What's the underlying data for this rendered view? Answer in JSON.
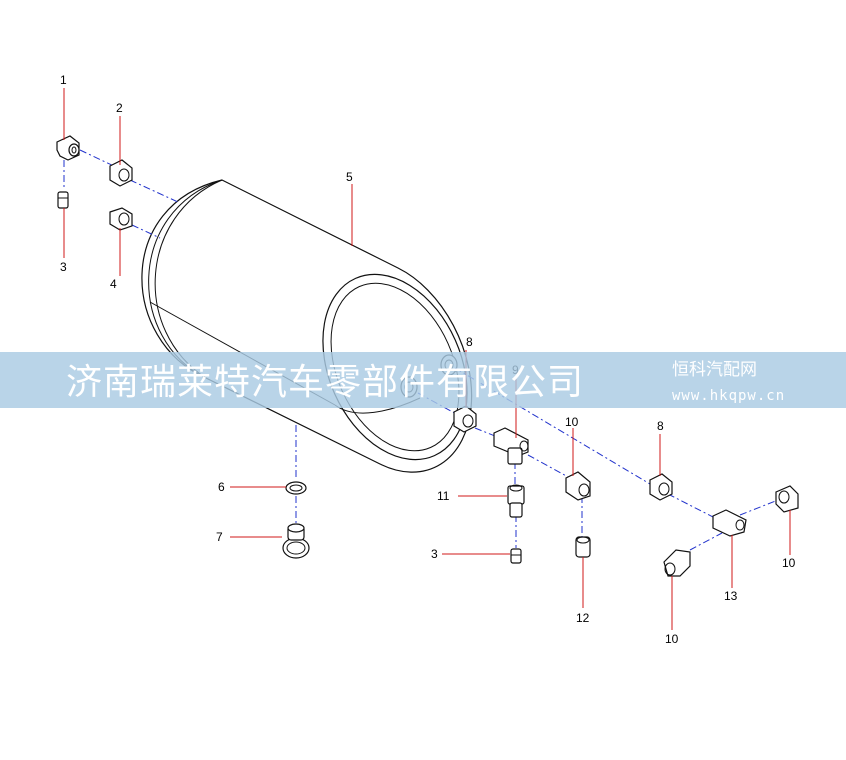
{
  "callouts": {
    "c1": "1",
    "c2": "2",
    "c3a": "3",
    "c4": "4",
    "c5": "5",
    "c6": "6",
    "c7": "7",
    "c8a": "8",
    "c9": "9",
    "c10a": "10",
    "c11": "11",
    "c3b": "3",
    "c12": "12",
    "c8b": "8",
    "c10b": "10",
    "c10c": "10",
    "c13": "13"
  },
  "watermark": {
    "company": "济南瑞莱特汽车零部件有限公司",
    "brand": "恒科汽配网",
    "url": "www.hkqpw.cn"
  },
  "colors": {
    "leader": "#d01818",
    "flow_line": "#2233cc",
    "banner": "#a9cbe3"
  }
}
